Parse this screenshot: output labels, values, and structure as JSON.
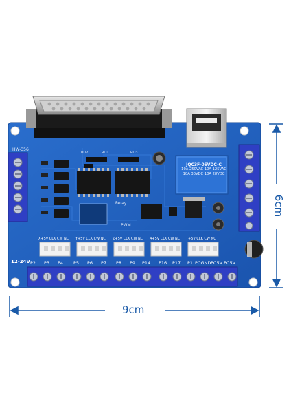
{
  "board": {
    "model_label": "HW-356",
    "relay_text": [
      "JQC3F-05VDC-C",
      "10A 250VAC 10A 125VAC",
      "10A 30VDC 10A 28VDC"
    ],
    "relay_label": "Relay",
    "pwm_label": "PWM",
    "voltage_label": "12-24V",
    "top_pins": [
      "P2",
      "P3",
      "P4",
      "P5",
      "P6",
      "P7",
      "P8",
      "P9",
      "P14",
      "P16",
      "P17",
      "P1",
      "PCGND",
      "PC5V",
      "PC5V"
    ],
    "axis_headers": [
      "X+5V CLK CW NC",
      "Y+5V CLK CW NC",
      "Z+5V CLK CW NC",
      "A+5V CLK CW NC",
      "+5V CLK CW NC"
    ],
    "ic_labels": [
      "RO2",
      "RO1",
      "RO3"
    ]
  },
  "dimensions": {
    "width_label": "9cm",
    "height_label": "6cm"
  },
  "colors": {
    "pcb": "#1f5fbd",
    "terminal": "#2f3fc4",
    "dimension": "#1a5aa8"
  }
}
